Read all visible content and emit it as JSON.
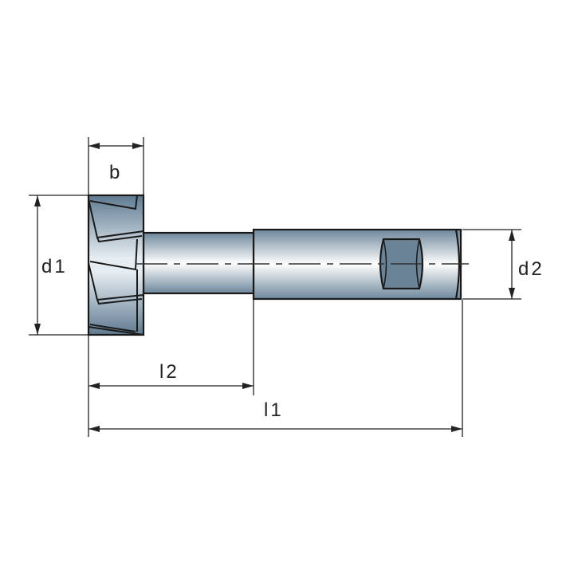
{
  "labels": {
    "b": "b",
    "d1": "d1",
    "d2": "d2",
    "l1": "l1",
    "l2": "l2"
  },
  "colors": {
    "steel_dark": "#5f7a90",
    "steel_light": "#ffffff",
    "outline": "#1a1a1a"
  }
}
